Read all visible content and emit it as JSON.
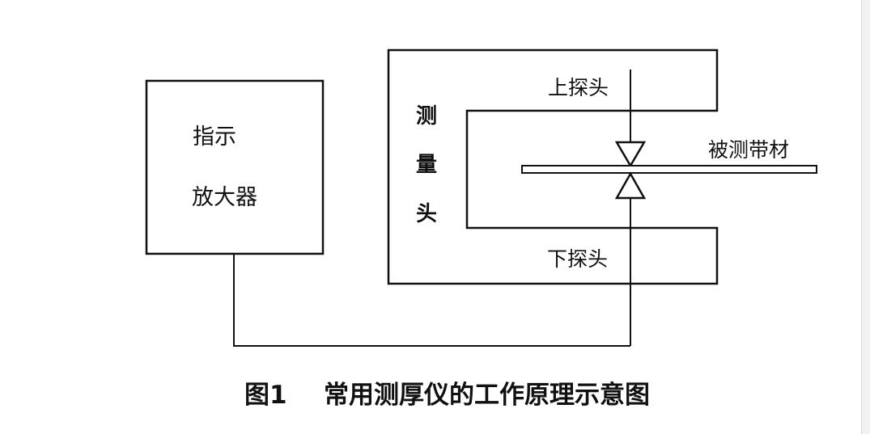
{
  "amplifier": {
    "line1": "指示",
    "line2": "放大器"
  },
  "head": {
    "char1": "测",
    "char2": "量",
    "char3": "头"
  },
  "labels": {
    "upper_probe": "上探头",
    "lower_probe": "下探头",
    "strip": "被测带材"
  },
  "caption": {
    "number": "图1",
    "text": "常用测厚仪的工作原理示意图"
  }
}
